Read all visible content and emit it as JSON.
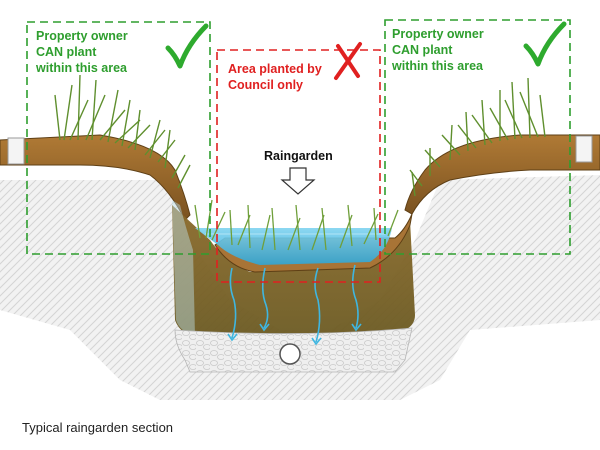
{
  "zones": {
    "left": {
      "lines": [
        "Property owner",
        "CAN plant",
        "within this area"
      ],
      "color": "#2e9e2e",
      "mark": "check"
    },
    "center": {
      "lines": [
        "Area planted by",
        "Council only"
      ],
      "color": "#e02020",
      "mark": "cross"
    },
    "right": {
      "lines": [
        "Property owner",
        "CAN plant",
        "within this area"
      ],
      "color": "#2e9e2e",
      "mark": "check"
    }
  },
  "pointer": {
    "label": "Raingarden"
  },
  "caption": "Typical raingarden section",
  "colors": {
    "soil": "#9c6b2e",
    "soil_dark": "#6e4a1e",
    "subsoil": "#7a6a2a",
    "water": "#3fb6e0",
    "gravel": "#e9e9e9",
    "grass": "#6f9f3a"
  }
}
